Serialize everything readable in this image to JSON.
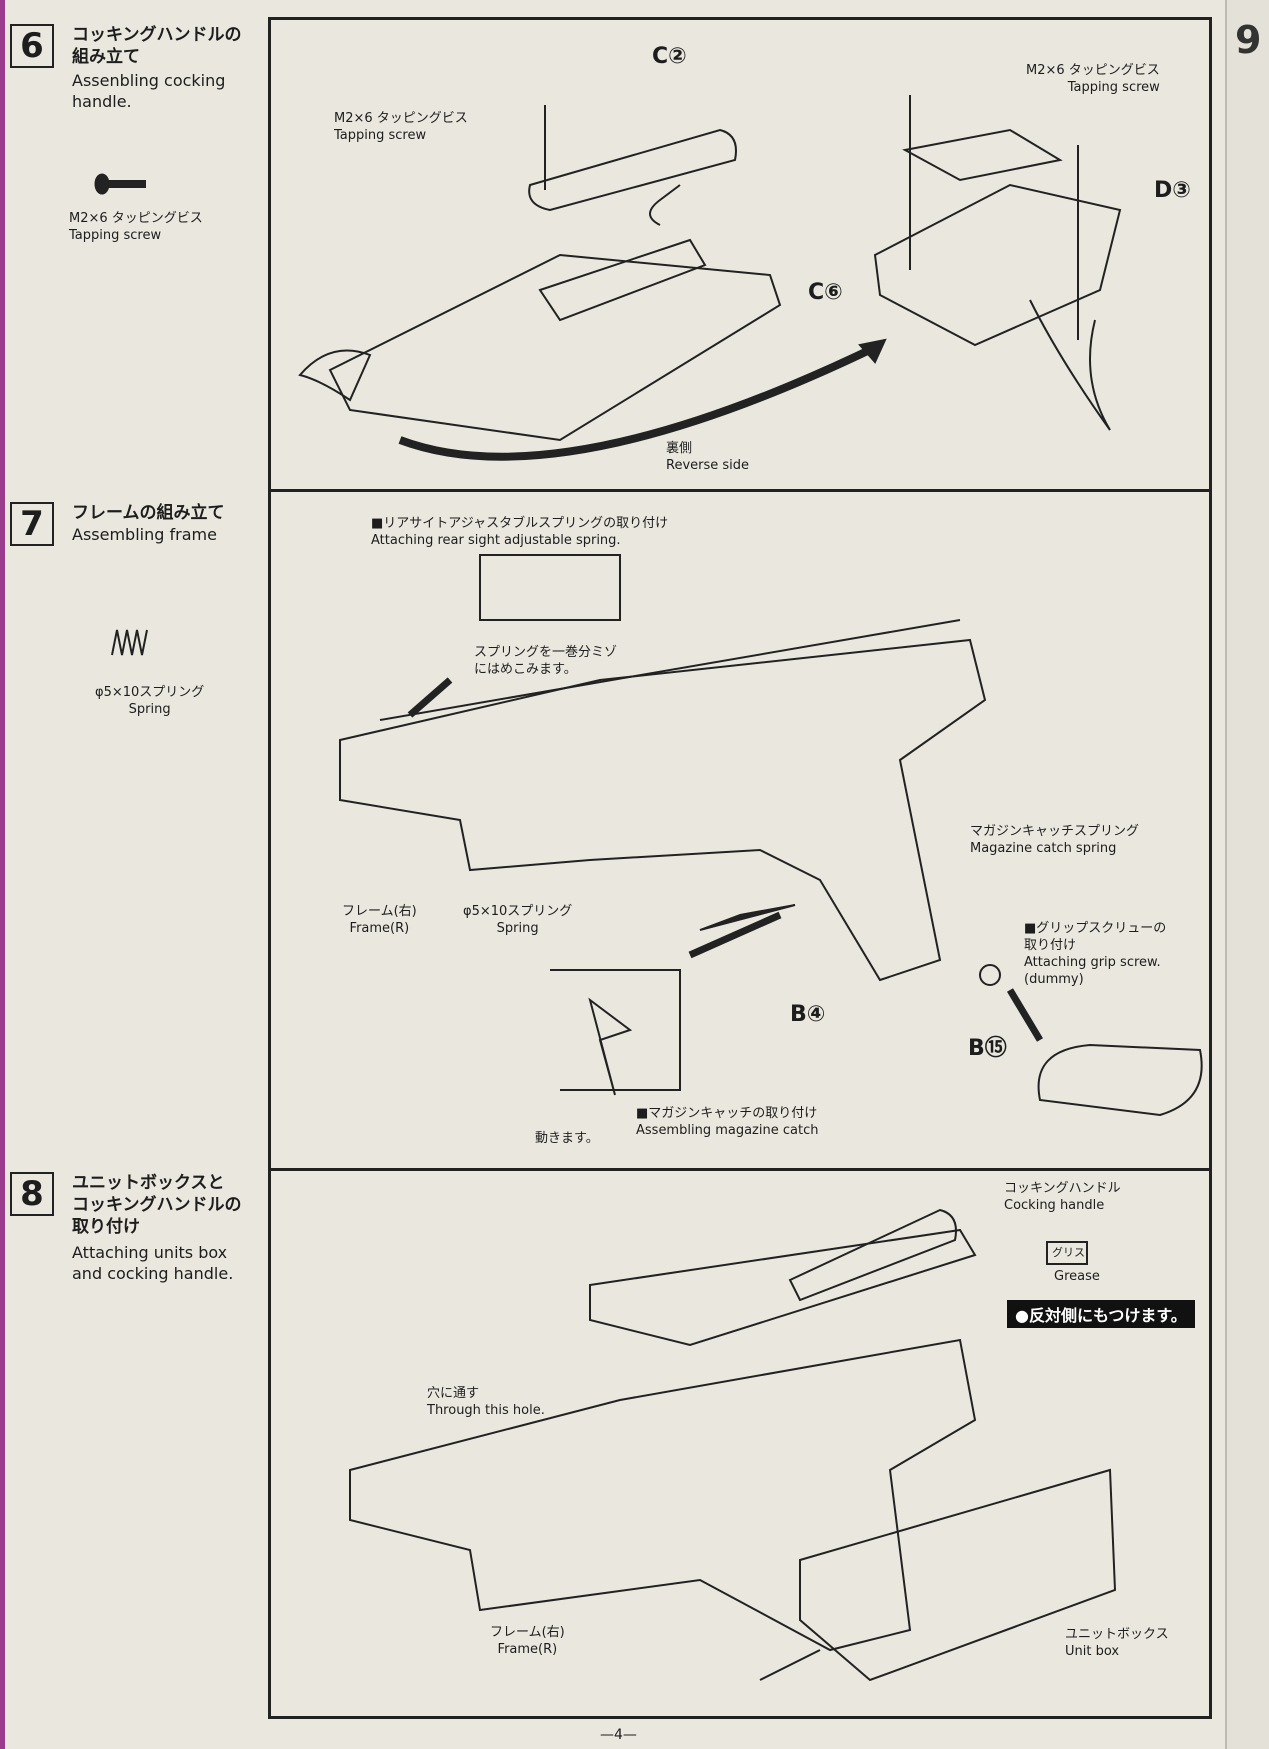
{
  "next_page_step": "9",
  "steps": [
    {
      "number": "6",
      "title_jp": [
        "コッキングハンドルの",
        "組み立て"
      ],
      "title_en": [
        "Assenbling cocking",
        "handle."
      ]
    },
    {
      "number": "7",
      "title_jp": [
        "フレームの組み立て"
      ],
      "title_en": [
        "Assembling frame"
      ]
    },
    {
      "number": "8",
      "title_jp": [
        "ユニットボックスと",
        "コッキングハンドルの",
        "取り付け"
      ],
      "title_en": [
        "Attaching units box",
        "and cocking handle."
      ]
    }
  ],
  "side_parts": {
    "screw": {
      "jp": "M2×6 タッピングビス",
      "en": "Tapping screw"
    },
    "spring": {
      "jp": "φ5×10スプリング",
      "en": "Spring"
    }
  },
  "panel6": {
    "c2": "C②",
    "screw_left": {
      "jp": "M2×6 タッピングビス",
      "en": "Tapping screw"
    },
    "c6": "C⑥",
    "screw_right": {
      "jp": "M2×6 タッピングビス",
      "en": "Tapping screw"
    },
    "d3": "D③",
    "reverse": {
      "jp": "裏側",
      "en": "Reverse side"
    }
  },
  "panel7": {
    "rear_sight": {
      "jp": "■リアサイトアジャスタブルスプリングの取り付け",
      "en": "Attaching rear sight adjustable spring."
    },
    "groove_note": [
      "スプリングを一巻分ミゾ",
      "にはめこみます。"
    ],
    "mag_spring": {
      "jp": "マガジンキャッチスプリング",
      "en": "Magazine catch spring"
    },
    "frame_r": {
      "jp": "フレーム(右)",
      "en": "Frame(R)"
    },
    "spring": {
      "jp": "φ5×10スプリング",
      "en": "Spring"
    },
    "grip_screw": {
      "jp1": "■グリップスクリューの",
      "jp2": "取り付け",
      "en1": "Attaching grip screw.",
      "en2": "(dummy)"
    },
    "b4": "B④",
    "b15": "B⑮",
    "moves": "動きます。",
    "mag_catch": {
      "jp": "■マガジンキャッチの取り付け",
      "en": "Assembling magazine catch"
    }
  },
  "panel8": {
    "cocking_handle": {
      "jp": "コッキングハンドル",
      "en": "Cocking handle"
    },
    "grease_tube": "グリス",
    "grease": "Grease",
    "opposite_note": "●反対側にもつけます。",
    "hole": {
      "jp": "穴に通す",
      "en": "Through this hole."
    },
    "frame_r": {
      "jp": "フレーム(右)",
      "en": "Frame(R)"
    },
    "unit_box": {
      "jp": "ユニットボックス",
      "en": "Unit box"
    }
  },
  "page_number": "—4—"
}
